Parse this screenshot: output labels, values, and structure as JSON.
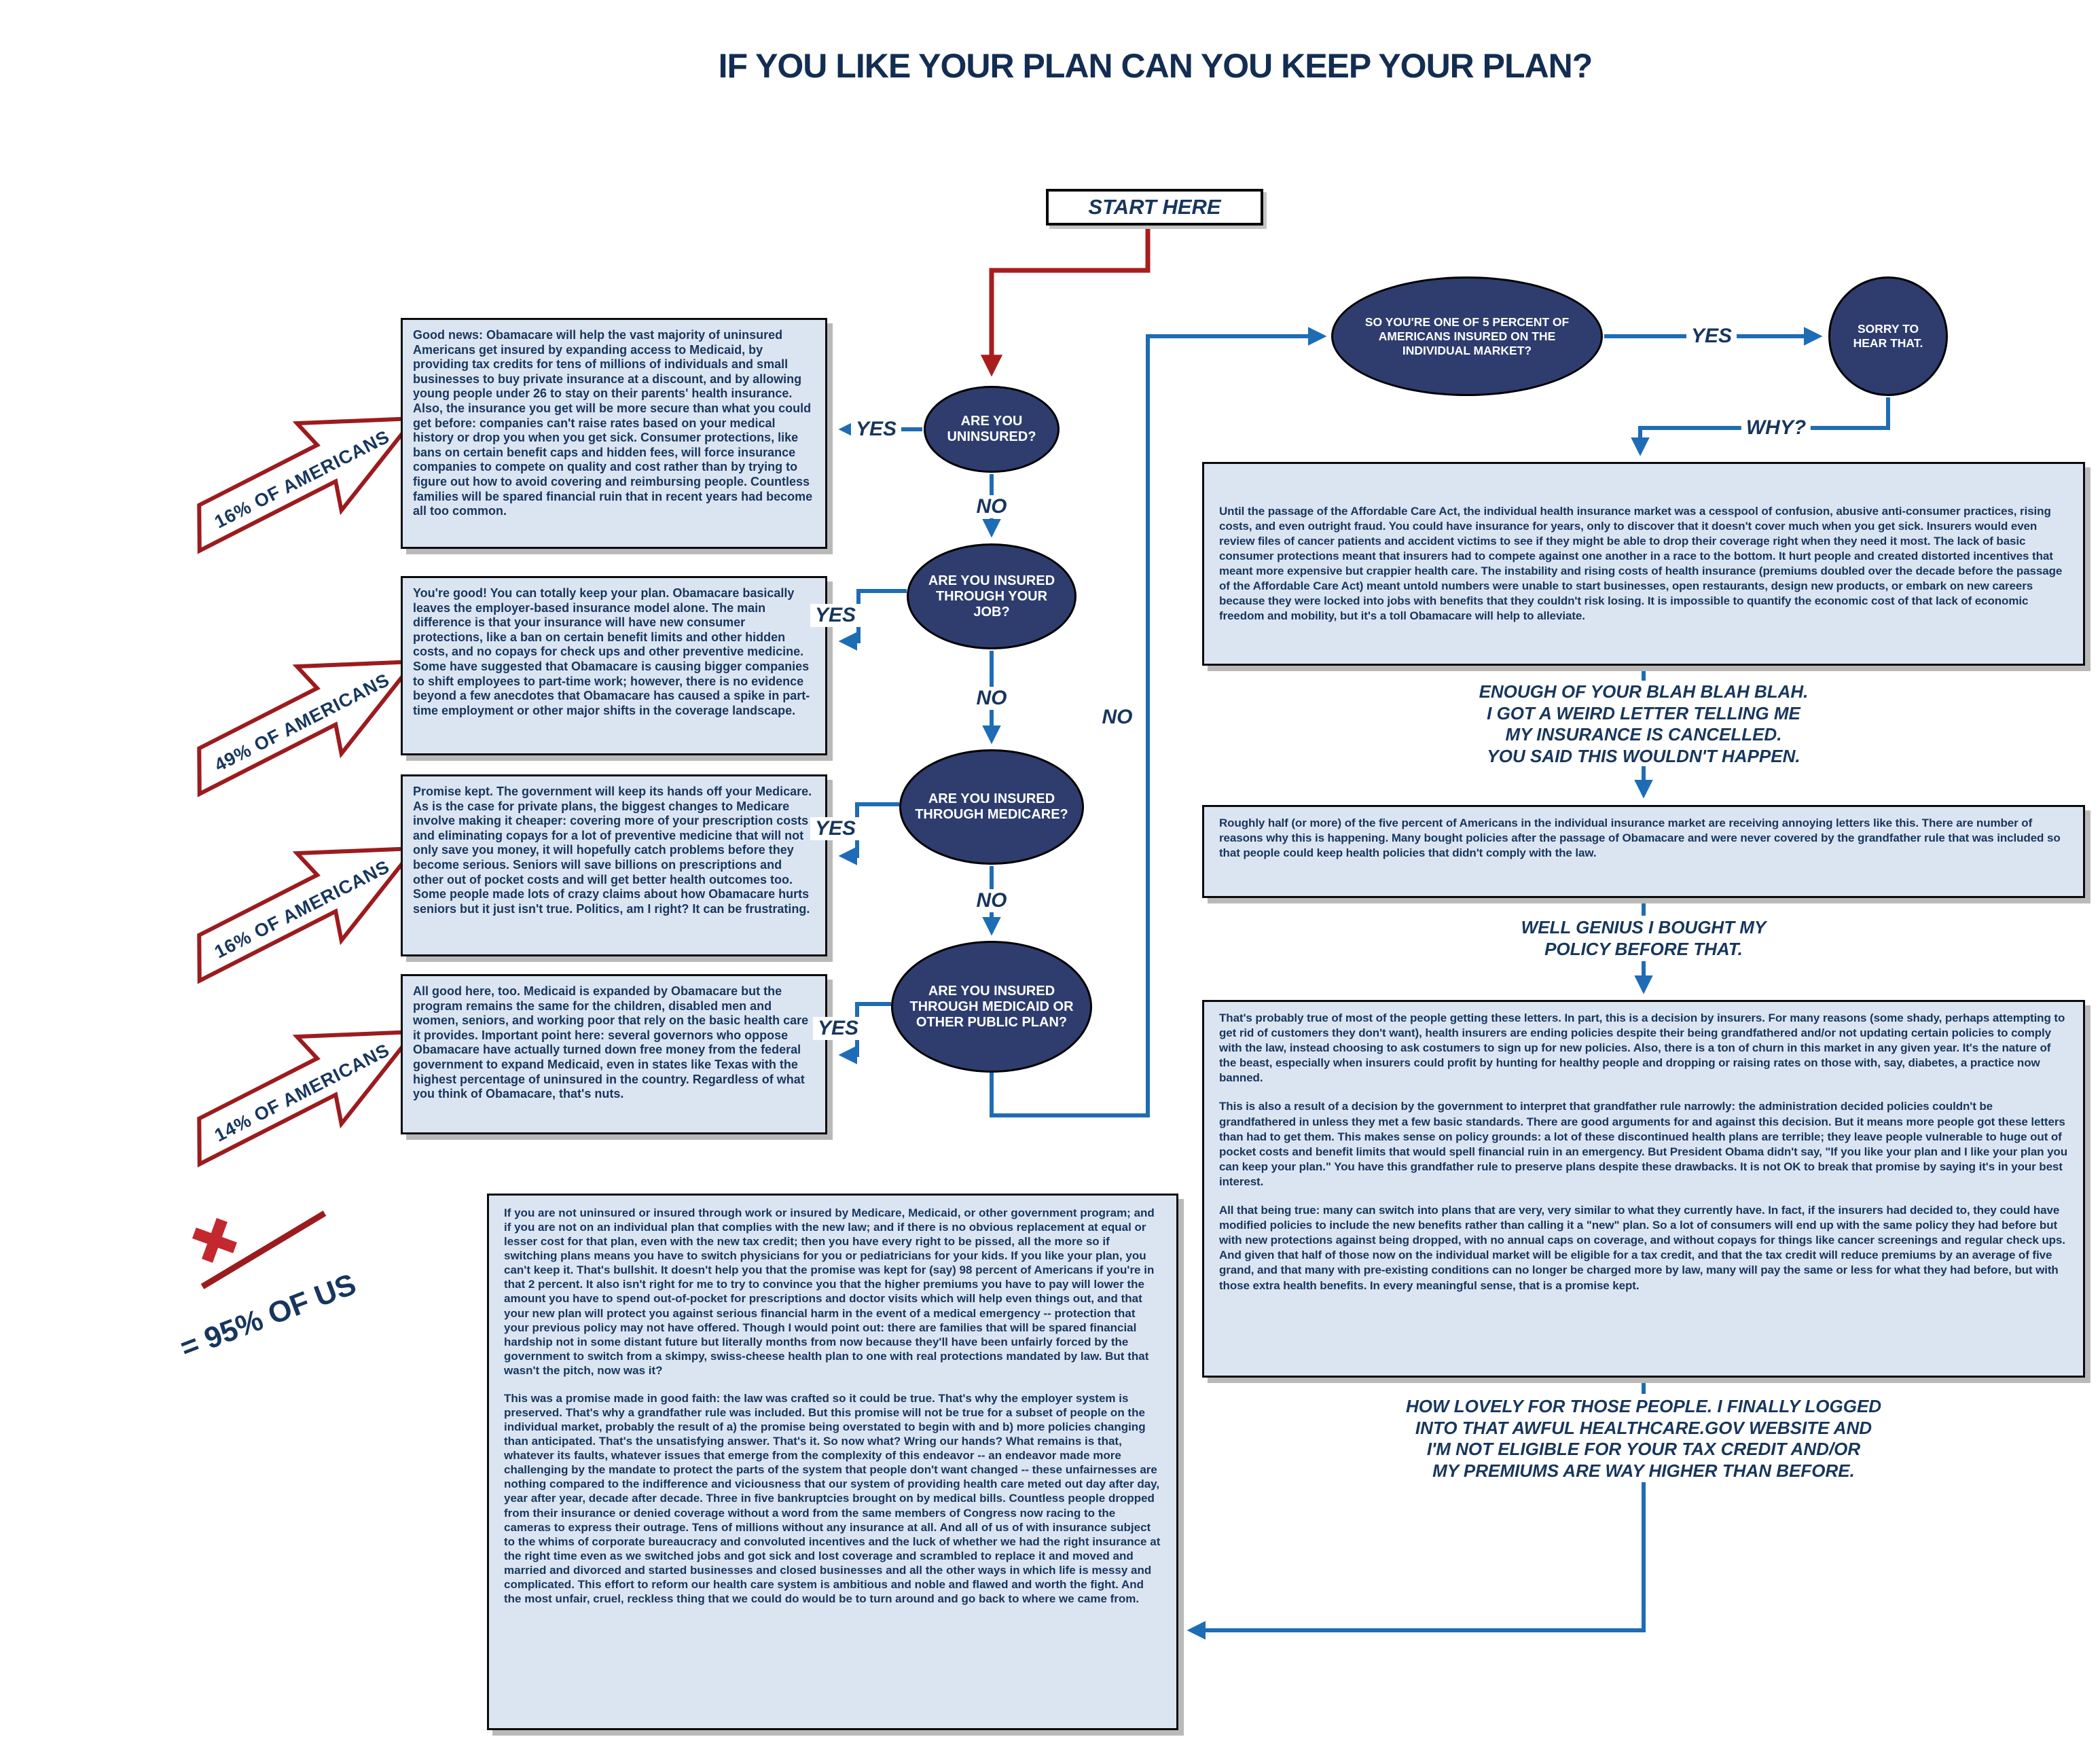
{
  "title": "IF YOU LIKE YOUR PLAN CAN YOU KEEP YOUR PLAN?",
  "start": {
    "label": "START HERE"
  },
  "labels": {
    "yes": "YES",
    "no": "NO",
    "why": "WHY?"
  },
  "flow": {
    "q1": "ARE YOU UNINSURED?",
    "q2": "ARE YOU INSURED THROUGH YOUR JOB?",
    "q3": "ARE YOU INSURED THROUGH MEDICARE?",
    "q4": "ARE YOU INSURED THROUGH MEDICAID OR OTHER PUBLIC PLAN?",
    "q5": "SO YOU'RE ONE OF 5 PERCENT OF AMERICANS INSURED ON THE INDIVIDUAL MARKET?",
    "sorry": "SORRY TO HEAR THAT."
  },
  "percent_arrows": [
    "16% OF AMERICANS",
    "49% OF AMERICANS",
    "16% OF AMERICANS",
    "14% OF AMERICANS"
  ],
  "equation": {
    "result": "= 95% OF US"
  },
  "left_boxes": {
    "uninsured": "Good news: Obamacare will help the vast majority of uninsured Americans get insured by expanding access to Medicaid, by providing tax credits for tens of millions of individuals and small businesses to buy private insurance at a discount, and by allowing young people under 26 to stay on their parents' health insurance. Also, the insurance you get will be more secure than what you could get before: companies can't raise rates based on your medical history or drop you when you get sick. Consumer protections, like bans on certain benefit caps and hidden fees, will force insurance companies to compete on quality and cost rather than by trying to figure out how to avoid covering and reimbursing people. Countless families will be spared financial ruin that in recent years had become all too common.",
    "job": "You're good! You can totally keep your plan. Obamacare basically leaves the employer-based insurance model alone. The main difference is that your insurance will have new consumer protections, like a ban on certain benefit limits and other hidden costs, and no copays for check ups and other preventive medicine. Some have suggested that Obamacare is causing bigger companies to shift employees to part-time work; however, there is no evidence beyond a few anecdotes that Obamacare has caused a spike in part-time employment or other major shifts in the coverage landscape.",
    "medicare": "Promise kept. The government will keep its hands off your Medicare. As is the case for private plans, the biggest changes to Medicare involve making it cheaper: covering more of your prescription costs and eliminating copays for a lot of preventive medicine that will not only save you money, it will hopefully catch problems before they become serious.  Seniors will save billions on prescriptions and other out of pocket costs and will get better health outcomes too. Some people made lots of crazy claims about how Obamacare hurts seniors but it just isn't true. Politics, am I right? It can be frustrating.",
    "medicaid": "All good here, too. Medicaid is expanded by Obamacare but the program remains the same for the children, disabled men and women, seniors, and working poor that rely on the basic health care it provides.  Important point here: several governors who oppose Obamacare have actually turned down free money from the federal government to expand Medicaid, even in states like Texas with the highest percentage of uninsured in the country. Regardless of what you think of Obamacare, that's nuts."
  },
  "right_boxes": {
    "individual_market": "Until the passage of the Affordable Care Act, the individual health insurance market was a cesspool of confusion, abusive anti-consumer practices, rising costs, and even outright fraud. You could have insurance for years, only to discover that it doesn't cover much when you get sick. Insurers would even review files of cancer patients and accident victims to see if they might be able to drop their coverage right when they need it most. The lack of basic consumer protections meant that insurers had to compete against one another in a race to the bottom. It hurt people and created distorted incentives that meant more expensive but crappier health care. The instability and rising costs of health insurance (premiums doubled over the decade before the passage of the Affordable Care Act) meant untold numbers were unable to start businesses, open restaurants, design new products, or embark on new careers because they were locked into jobs with benefits that they couldn't risk losing. It is impossible to quantify the economic cost of that lack of economic freedom and mobility, but it's a toll Obamacare will help to alleviate.",
    "cancellation_letters": "Roughly half (or more) of the five percent of Americans in the individual insurance market are receiving annoying letters like this. There are number of reasons why this is happening. Many bought policies after the passage of Obamacare and were never covered by the grandfather rule that was included so that people could keep health policies that didn't comply with the law.",
    "grandfather_p1": "That's probably true of most of the people getting these letters. In part, this is a decision by insurers. For many reasons (some shady, perhaps attempting to get rid of customers they don't want), health insurers are ending policies despite their being grandfathered and/or not updating certain policies to comply with the law, instead choosing to ask costumers to sign up for new policies. Also, there is a ton of churn in this market in any given year. It's the nature of the beast, especially when insurers could profit by hunting for healthy people and dropping or raising rates on those with, say, diabetes, a practice now banned.",
    "grandfather_p2": "This is also a result of a decision by the government to interpret that grandfather rule narrowly: the administration decided policies couldn't be grandfathered in unless they met a few basic standards. There are good arguments for and against this decision. But it means more people got these letters than had to get them. This makes sense on policy grounds: a lot of these discontinued health plans are terrible; they leave people vulnerable to huge out of pocket costs and benefit limits that would spell financial ruin in an emergency. But President Obama didn't say, \"If you like your plan and I like your plan you can keep your plan.\" You have this grandfather rule to preserve plans despite these drawbacks. It is not OK to break that promise by saying it's in your best interest.",
    "grandfather_p3": "All that being true: many can switch into plans that are very, very similar to what they currently have. In fact, if the insurers had decided to, they could have modified policies to include the new benefits rather than calling it a \"new\" plan. So a lot of consumers will end up with the same policy they had before but with new protections against being dropped, with no annual caps on coverage, and without copays for things like cancer screenings and regular check ups. And given that half of those now on the individual market will be eligible for a tax credit, and that the tax credit will reduce premiums by an average of five grand, and that many with pre-existing conditions can no longer be charged more by law, many will pay the same or less for what they had before, but with those extra health benefits. In every meaningful sense, that is a promise kept."
  },
  "dialogue": {
    "enough": [
      "ENOUGH OF YOUR BLAH BLAH BLAH.",
      "I GOT A WEIRD LETTER TELLING ME",
      "MY INSURANCE IS CANCELLED.",
      "YOU SAID THIS WOULDN'T HAPPEN."
    ],
    "well_genius": [
      "WELL GENIUS I BOUGHT MY",
      "POLICY BEFORE THAT."
    ],
    "how_lovely": [
      "HOW LOVELY FOR THOSE PEOPLE. I FINALLY LOGGED",
      "INTO THAT AWFUL HEALTHCARE.GOV WEBSITE AND",
      "I'M NOT ELIGIBLE FOR YOUR TAX CREDIT AND/OR",
      "MY PREMIUMS ARE WAY HIGHER THAN BEFORE."
    ]
  },
  "bottom_box": {
    "p1": "If you are not uninsured or insured through work or insured by Medicare, Medicaid, or other government program; and if you are not on an individual plan that complies with the new law; and if there is no obvious replacement at equal or lesser cost for that plan, even with the new tax credit; then you have every right to be pissed, all the more so if switching plans means you have to switch physicians for you or pediatricians for your kids. If you like your plan, you can't keep it. That's bullshit. It doesn't help you that the promise was kept for (say) 98 percent of Americans if you're in that 2 percent. It also isn't right for me to try to convince you that the higher premiums you have to pay will lower the amount you have to spend out-of-pocket for prescriptions and doctor visits which will help even things out, and that your new plan will protect you against serious financial harm in the event of a medical emergency -- protection that your previous policy may not have offered. Though I would point out: there are families that will be spared financial hardship not in some distant future but literally months from now because they'll have been unfairly forced by the government to switch from a skimpy, swiss-cheese health plan to one with real protections mandated by law. But that wasn't the pitch, now was it?",
    "p2": "This was a promise made in good faith: the law was crafted so it could be true. That's why the employer system is preserved. That's why a grandfather rule was included. But this promise will not be true for a subset of people on the individual market, probably the result of a) the promise being overstated to begin with and b) more policies changing than anticipated. That's the unsatisfying answer. That's it. So now what? Wring our hands? What remains is that, whatever its faults, whatever issues that emerge from the complexity of this endeavor -- an endeavor made more challenging by the mandate to protect the parts of the system that people don't want changed -- these unfairnesses are nothing compared to the indifference and viciousness that our system of providing health care meted out day after day, year after year, decade after decade. Three in five bankruptcies brought on by medical bills. Countless people dropped from their insurance or denied coverage without a word from the same members of Congress now racing to the cameras to express their outrage. Tens of millions without any insurance at all. And all of us of with insurance subject to the whims of corporate bureaucracy and convoluted incentives and the luck of whether we had the right insurance at the right time even as we switched jobs and got sick and lost coverage and scrambled to replace it and moved and married and divorced and started businesses and closed businesses and all the other ways in which life is messy and complicated. This effort to reform our health care system is ambitious and noble and flawed and worth the fight. And the most unfair, cruel, reckless thing that we could do would be to turn around and go back to where we came from."
  },
  "colors": {
    "navy_text": "#17365d",
    "oval_fill": "#2e3d6e",
    "box_fill": "#dbe5f1",
    "connector_blue": "#1e6cb5",
    "connector_red": "#a81d1d",
    "percent_arrow_outline": "#9c1b1e"
  }
}
